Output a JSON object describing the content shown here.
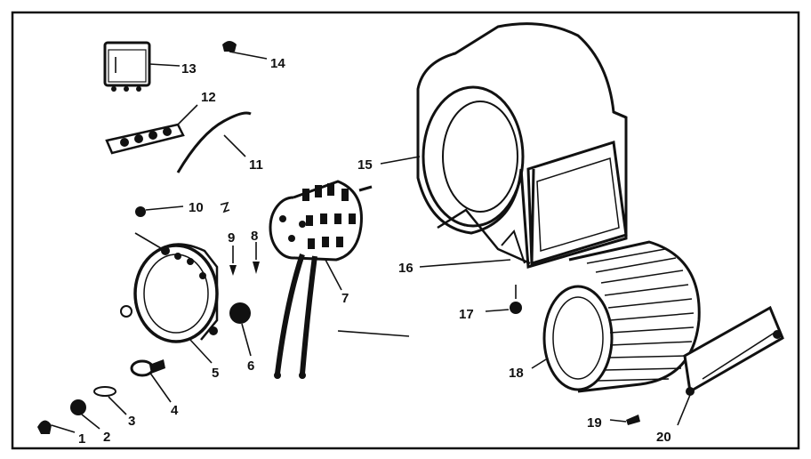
{
  "parts": [
    {
      "id": "part-1",
      "label": "1"
    },
    {
      "id": "part-2",
      "label": "2"
    },
    {
      "id": "part-3",
      "label": "3"
    },
    {
      "id": "part-4",
      "label": "4"
    },
    {
      "id": "part-5",
      "label": "5"
    },
    {
      "id": "part-6",
      "label": "6"
    },
    {
      "id": "part-7",
      "label": "7"
    },
    {
      "id": "part-8",
      "label": "8"
    },
    {
      "id": "part-9",
      "label": "9"
    },
    {
      "id": "part-10",
      "label": "10"
    },
    {
      "id": "part-11",
      "label": "11"
    },
    {
      "id": "part-12",
      "label": "12"
    },
    {
      "id": "part-13",
      "label": "13"
    },
    {
      "id": "part-14",
      "label": "14"
    },
    {
      "id": "part-15",
      "label": "15"
    },
    {
      "id": "part-16",
      "label": "16"
    },
    {
      "id": "part-17",
      "label": "17"
    },
    {
      "id": "part-18",
      "label": "18"
    },
    {
      "id": "part-19",
      "label": "19"
    },
    {
      "id": "part-20",
      "label": "20"
    }
  ],
  "stroke_color": "#111111",
  "background_color": "#ffffff"
}
